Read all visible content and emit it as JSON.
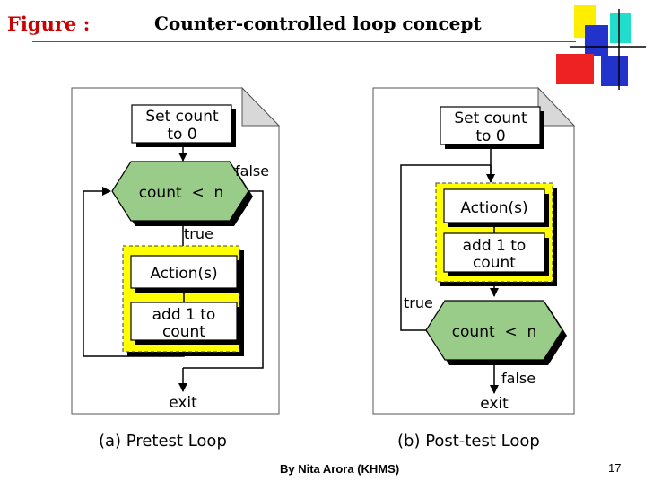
{
  "header": {
    "label": "Figure :",
    "title": "Counter-controlled loop concept"
  },
  "colors": {
    "label": "#cc0000",
    "decision_fill": "#99cc88",
    "highlight": "#ffff00",
    "shadow": "#000000",
    "deco_yellow": "#ffee00",
    "deco_cyan": "#22ddcc",
    "deco_blue": "#2233cc",
    "deco_red": "#ee2222"
  },
  "pretest": {
    "init": [
      "Set count",
      "to 0"
    ],
    "condition": "count  <  n",
    "false_label": "false",
    "true_label": "true",
    "action": "Action(s)",
    "increment": [
      "add 1 to",
      "count"
    ],
    "exit": "exit",
    "caption": "(a) Pretest Loop"
  },
  "posttest": {
    "init": [
      "Set count",
      "to 0"
    ],
    "action": "Action(s)",
    "increment": [
      "add 1 to",
      "count"
    ],
    "true_label": "true",
    "condition": "count  <  n",
    "false_label": "false",
    "exit": "exit",
    "caption": "(b) Post-test Loop"
  },
  "footer": {
    "author": "By Nita Arora (KHMS)",
    "page": "17"
  }
}
